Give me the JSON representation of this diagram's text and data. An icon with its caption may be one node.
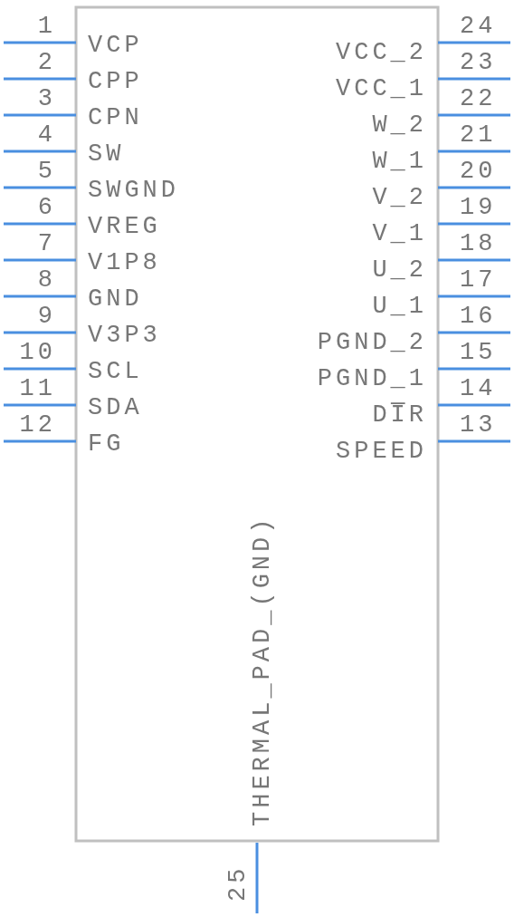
{
  "diagram": {
    "labels": [
      "1",
      "VCP",
      "VCC_2",
      "24",
      "2",
      "CPP",
      "VCC_1",
      "23",
      "3",
      "CPN",
      "W_2",
      "22",
      "4",
      "SW",
      "W_1",
      "21",
      "5",
      "SWGND",
      "V_2",
      "20",
      "6",
      "VREG",
      "V_1",
      "19",
      "7",
      "V1P8",
      "U_2",
      "18",
      "8",
      "GND",
      "U_1",
      "17",
      "9",
      "V3P3",
      "PGND_2",
      "16",
      "10",
      "SCL",
      "PGND_1",
      "15",
      "11",
      "SDA",
      "DI̅R",
      "14",
      "12",
      "FG",
      "SPEED",
      "13",
      "THERMAL_PAD_(GND)",
      "25"
    ]
  }
}
